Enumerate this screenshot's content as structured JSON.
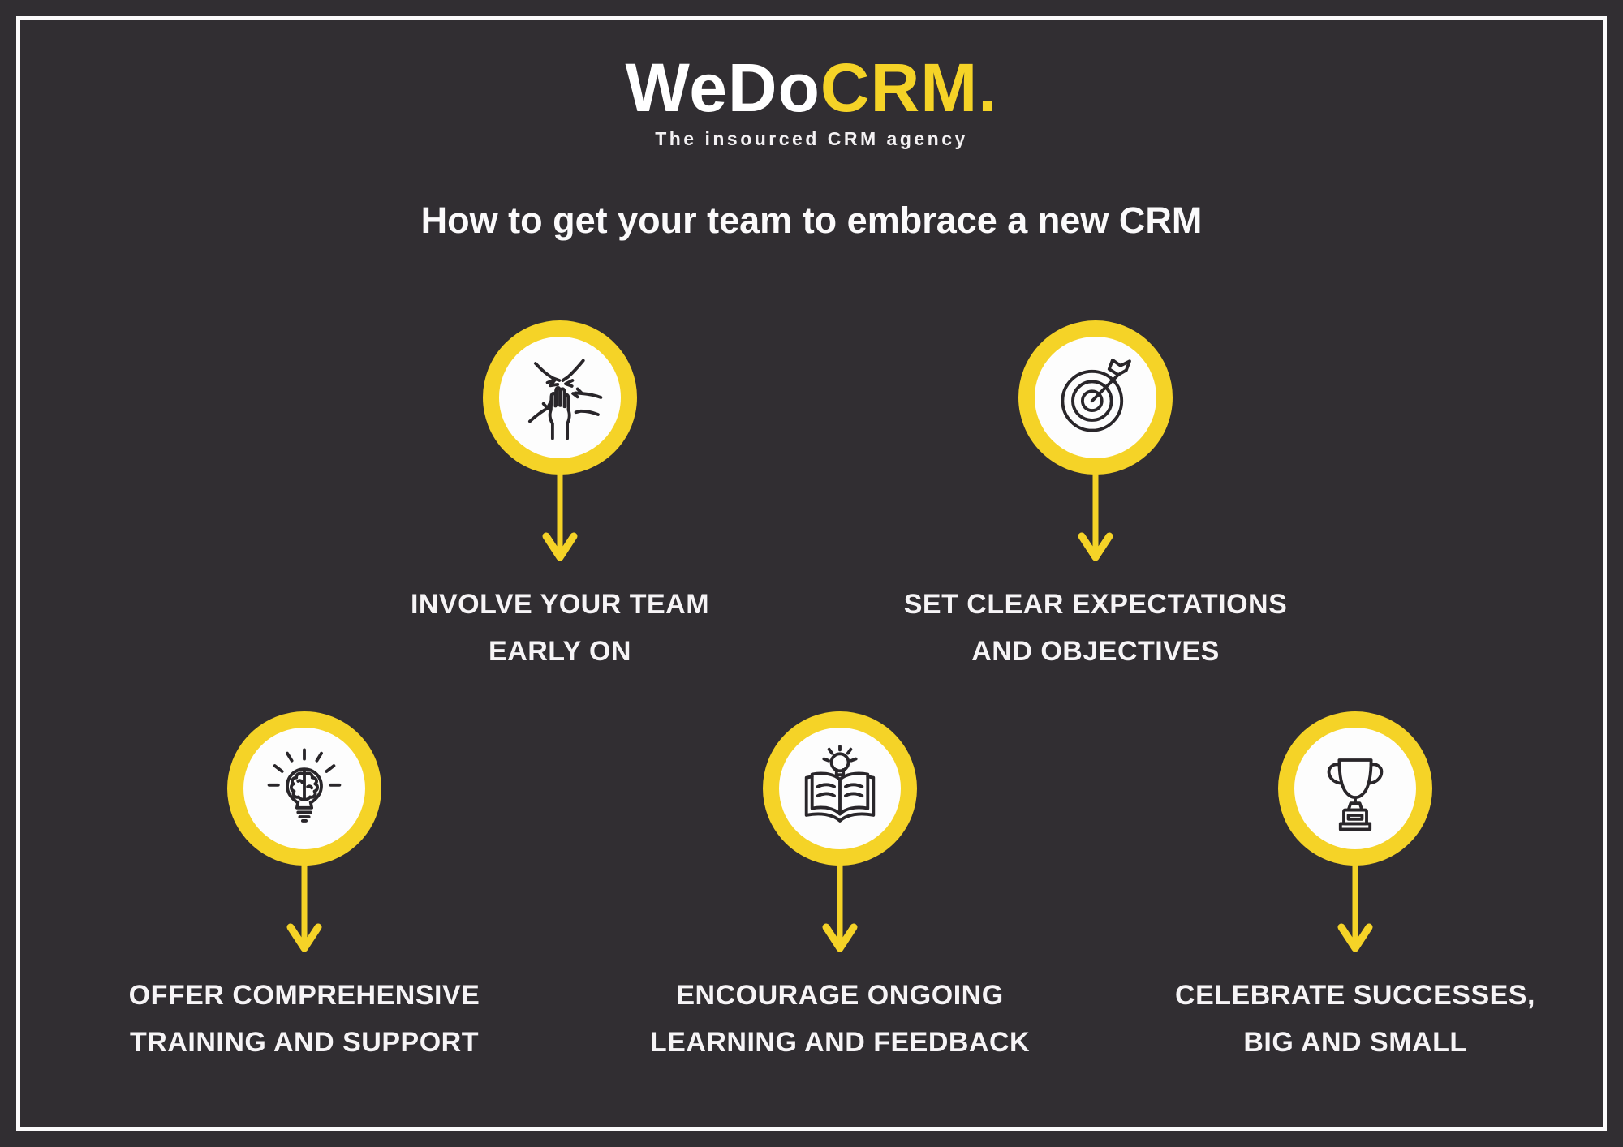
{
  "brand": {
    "logo_part1": "WeDo",
    "logo_part2": "CRM.",
    "tagline": "The insourced CRM agency"
  },
  "title": "How to get your team to embrace a new CRM",
  "colors": {
    "background": "#312e32",
    "frame_border": "#fbfafb",
    "accent_yellow": "#f5d327",
    "text_white": "#f6f4f6",
    "icon_stroke": "#29262a",
    "badge_fill": "#fdfdfd"
  },
  "steps": [
    {
      "icon": "hands-together-icon",
      "label_line1": "INVOLVE YOUR TEAM",
      "label_line2": "EARLY ON"
    },
    {
      "icon": "target-bullseye-icon",
      "label_line1": "SET CLEAR EXPECTATIONS",
      "label_line2": "AND OBJECTIVES"
    },
    {
      "icon": "brain-lightbulb-icon",
      "label_line1": "OFFER COMPREHENSIVE",
      "label_line2": "TRAINING AND SUPPORT"
    },
    {
      "icon": "open-book-lightbulb-icon",
      "label_line1": "ENCOURAGE ONGOING",
      "label_line2": "LEARNING AND FEEDBACK"
    },
    {
      "icon": "trophy-icon",
      "label_line1": "CELEBRATE SUCCESSES,",
      "label_line2": "BIG AND SMALL"
    }
  ]
}
